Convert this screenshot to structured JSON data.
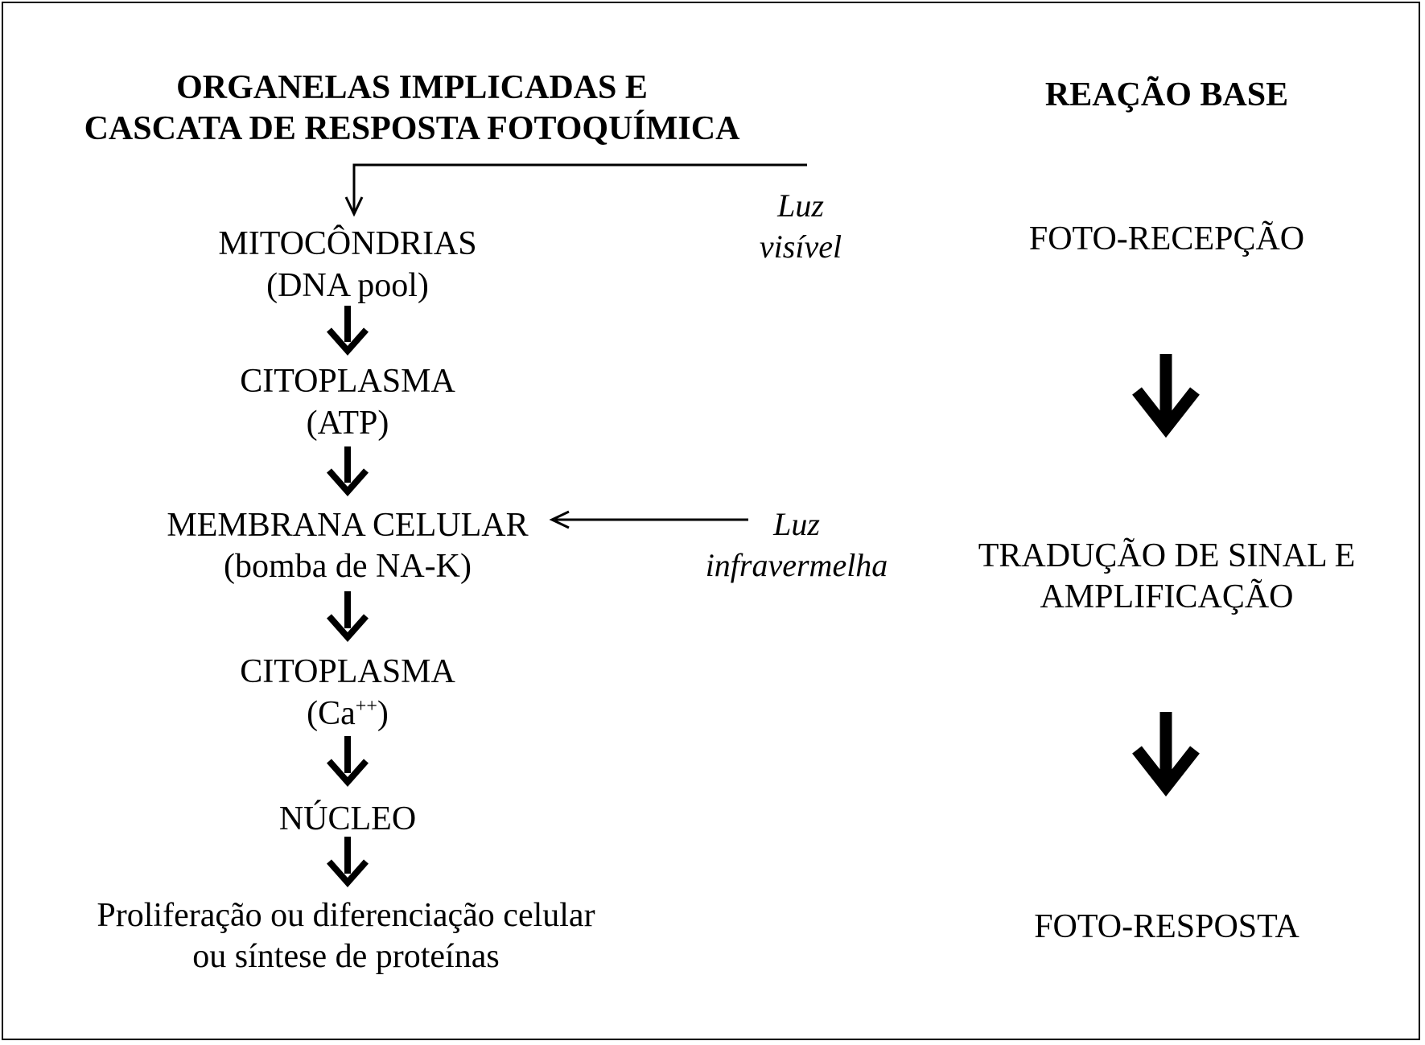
{
  "left_header": {
    "line1": "ORGANELAS IMPLICADAS E",
    "line2": "CASCATA DE RESPOSTA FOTOQUÍMICA"
  },
  "right_header": "REAÇÃO BASE",
  "cascade": [
    {
      "main": "MITOCÔNDRIAS",
      "sub": "(DNA pool)"
    },
    {
      "main": "CITOPLASMA",
      "sub": "(ATP)"
    },
    {
      "main": "MEMBRANA CELULAR",
      "sub": "(bomba de NA-K)"
    },
    {
      "main": "CITOPLASMA",
      "sub_prefix": "(Ca",
      "sub_sup": "++",
      "sub_suffix": ")"
    },
    {
      "main": "NÚCLEO"
    }
  ],
  "outcome": {
    "line1": "Proliferação ou diferenciação celular",
    "line2": "ou síntese de proteínas"
  },
  "light_inputs": {
    "visible": {
      "line1": "Luz",
      "line2": "visível"
    },
    "infrared": {
      "line1": "Luz",
      "line2": "infravermelha"
    }
  },
  "base_reaction": {
    "step1": "FOTO-RECEPÇÃO",
    "step2_line1": "TRADUÇÃO DE SINAL E",
    "step2_line2": "AMPLIFICAÇÃO",
    "step3": "FOTO-RESPOSTA"
  },
  "icons": [
    "arrow-down-icon",
    "arrow-left-icon"
  ],
  "colors": {
    "ink": "#000000",
    "background": "#ffffff"
  }
}
